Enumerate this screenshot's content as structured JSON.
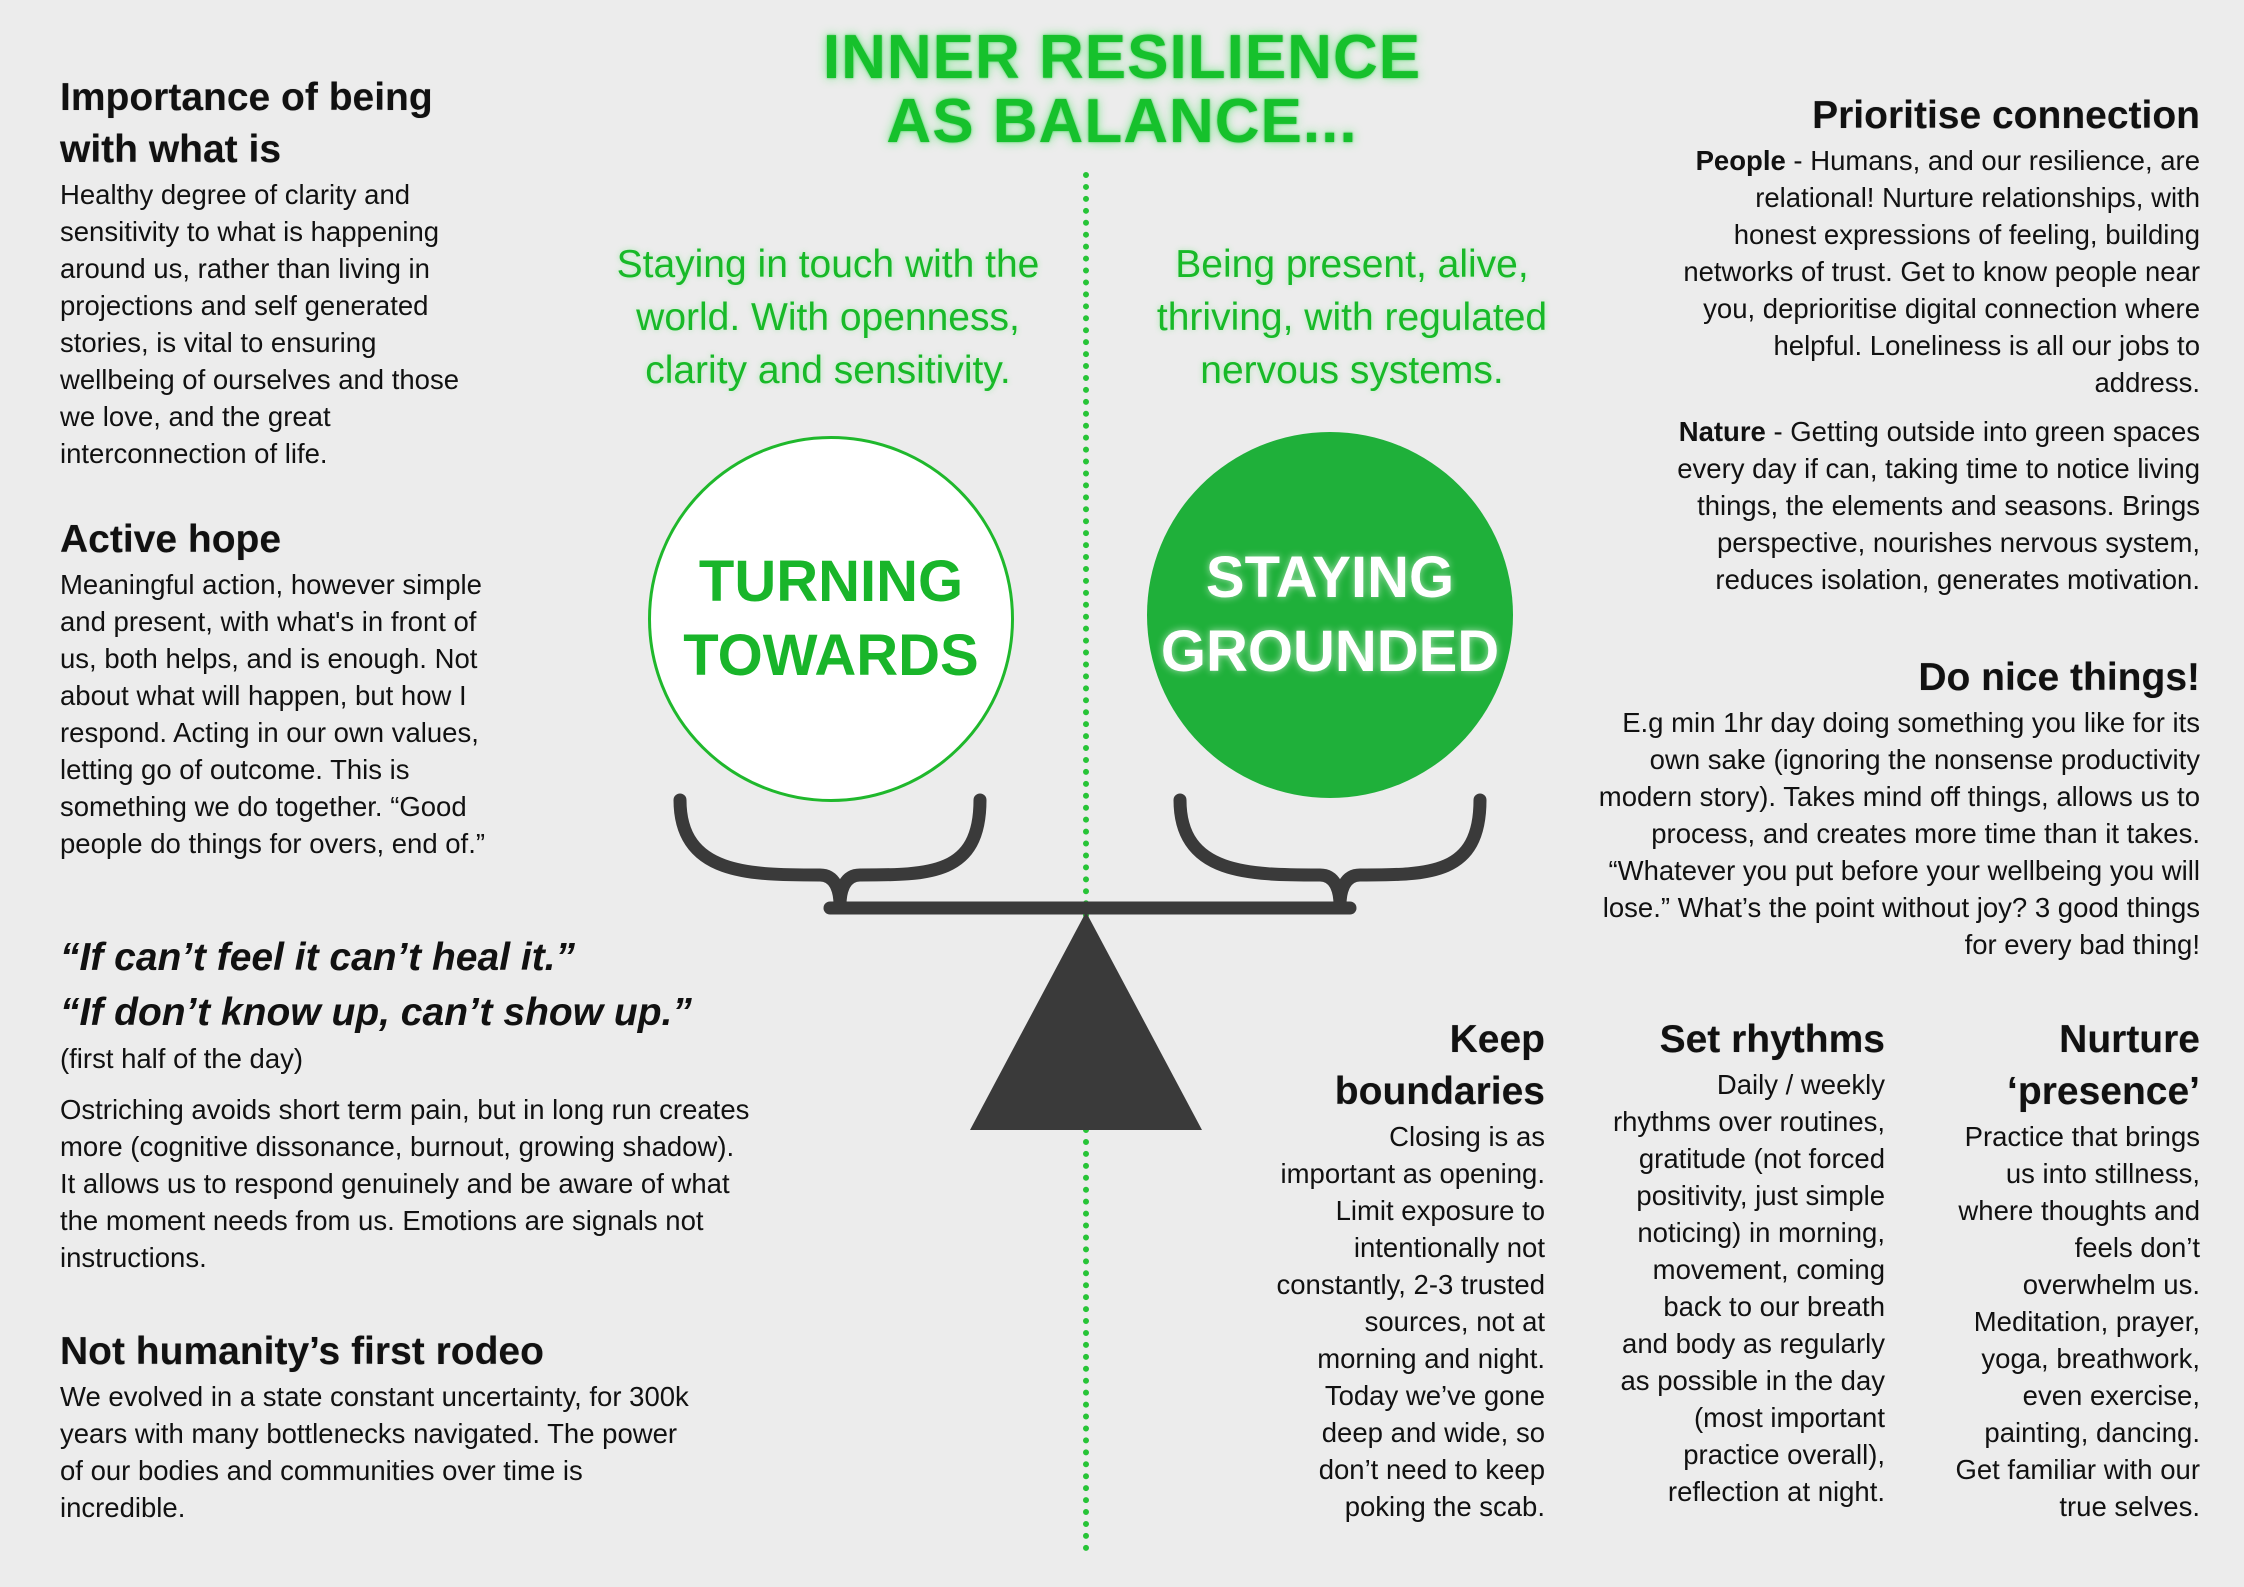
{
  "title": {
    "line1": "INNER RESILIENCE",
    "line2": "AS BALANCE..."
  },
  "taglines": {
    "left": [
      "Staying in touch with the",
      "world. With openness,",
      "clarity and sensitivity."
    ],
    "right": [
      "Being present, alive,",
      "thriving, with regulated",
      "nervous systems."
    ]
  },
  "circles": {
    "left": [
      "TURNING",
      "TOWARDS"
    ],
    "right": [
      "STAYING",
      "GROUNDED"
    ]
  },
  "left_column": {
    "importance": {
      "heading": [
        "Importance of being",
        "with what is"
      ],
      "body": [
        "Healthy degree of clarity and",
        "sensitivity to what is happening",
        "around us, rather than living in",
        "projections and self generated",
        "stories, is vital to ensuring",
        "wellbeing of ourselves and those",
        "we love, and the great",
        "interconnection of life."
      ]
    },
    "hope": {
      "heading": "Active hope",
      "body": [
        "Meaningful action, however simple",
        "and present, with what's in front of",
        "us, both helps, and is enough. Not",
        "about what will happen, but how I",
        "respond. Acting in our own values,",
        "letting go of outcome. This is",
        "something we do together. “Good",
        "people do things for overs, end of.”"
      ]
    },
    "quotes": {
      "line1": "“If can’t feel it can’t heal it.”",
      "line2": "“If don’t know up, can’t show up.”",
      "note": "(first half of the day)",
      "body": [
        "Ostriching avoids short term pain, but in long run creates",
        "more (cognitive dissonance, burnout, growing shadow).",
        "It allows us to respond genuinely and be aware of what",
        "the moment needs from us. Emotions are signals not",
        "instructions."
      ]
    },
    "rodeo": {
      "heading": "Not humanity’s first rodeo",
      "body": [
        "We evolved in a state constant uncertainty, for 300k",
        "years with many bottlenecks navigated. The power",
        "of our bodies and communities over time is",
        "incredible."
      ]
    }
  },
  "right_column": {
    "connection": {
      "heading": "Prioritise connection",
      "people_label": "People",
      "people_body": [
        "- Humans, and our resilience, are",
        "relational! Nurture relationships, with",
        "honest expressions of feeling, building",
        "networks of trust. Get to know people near",
        "you, deprioritise digital connection where",
        "helpful. Loneliness is all our jobs to",
        "address."
      ],
      "nature_label": "Nature",
      "nature_body": [
        "- Getting outside into green spaces",
        "every day if can, taking time to notice living",
        "things, the elements and seasons. Brings",
        "perspective, nourishes nervous system,",
        "reduces isolation, generates motivation."
      ]
    },
    "nice": {
      "heading": "Do nice things!",
      "body": [
        "E.g min 1hr day doing something you like for its",
        "own sake (ignoring the nonsense productivity",
        "modern story). Takes mind off things, allows us to",
        "process, and creates more time than it takes.",
        "“Whatever you put before your wellbeing you will",
        "lose.” What’s the point without joy? 3 good things",
        "for every bad thing!"
      ]
    },
    "boundaries": {
      "heading": [
        "Keep",
        "boundaries"
      ],
      "body": [
        "Closing is as",
        "important as opening.",
        "Limit exposure to",
        "intentionally not",
        "constantly, 2-3 trusted",
        "sources, not at",
        "morning and night.",
        "Today we’ve gone",
        "deep and wide, so",
        "don’t need to keep",
        "poking the scab."
      ]
    },
    "rhythms": {
      "heading": "Set rhythms",
      "body": [
        "Daily / weekly",
        "rhythms over routines,",
        "gratitude (not forced",
        "positivity, just simple",
        "noticing) in morning,",
        "movement, coming",
        "back to our breath",
        "and body as regularly",
        "as possible in the day",
        "(most important",
        "practice overall),",
        "reflection at night."
      ]
    },
    "presence": {
      "heading": [
        "Nurture",
        "‘presence’"
      ],
      "body": [
        "Practice that brings",
        "us into stillness,",
        "where thoughts and",
        "feels don’t",
        "overwhelm us.",
        "Meditation, prayer,",
        "yoga, breathwork,",
        "even exercise,",
        "painting, dancing.",
        "Get familiar with our",
        "true selves."
      ]
    }
  },
  "colors": {
    "accent": "#1fb03a",
    "glow": "#16c12c",
    "scale": "#3a3a3a",
    "background": "#ececec"
  }
}
